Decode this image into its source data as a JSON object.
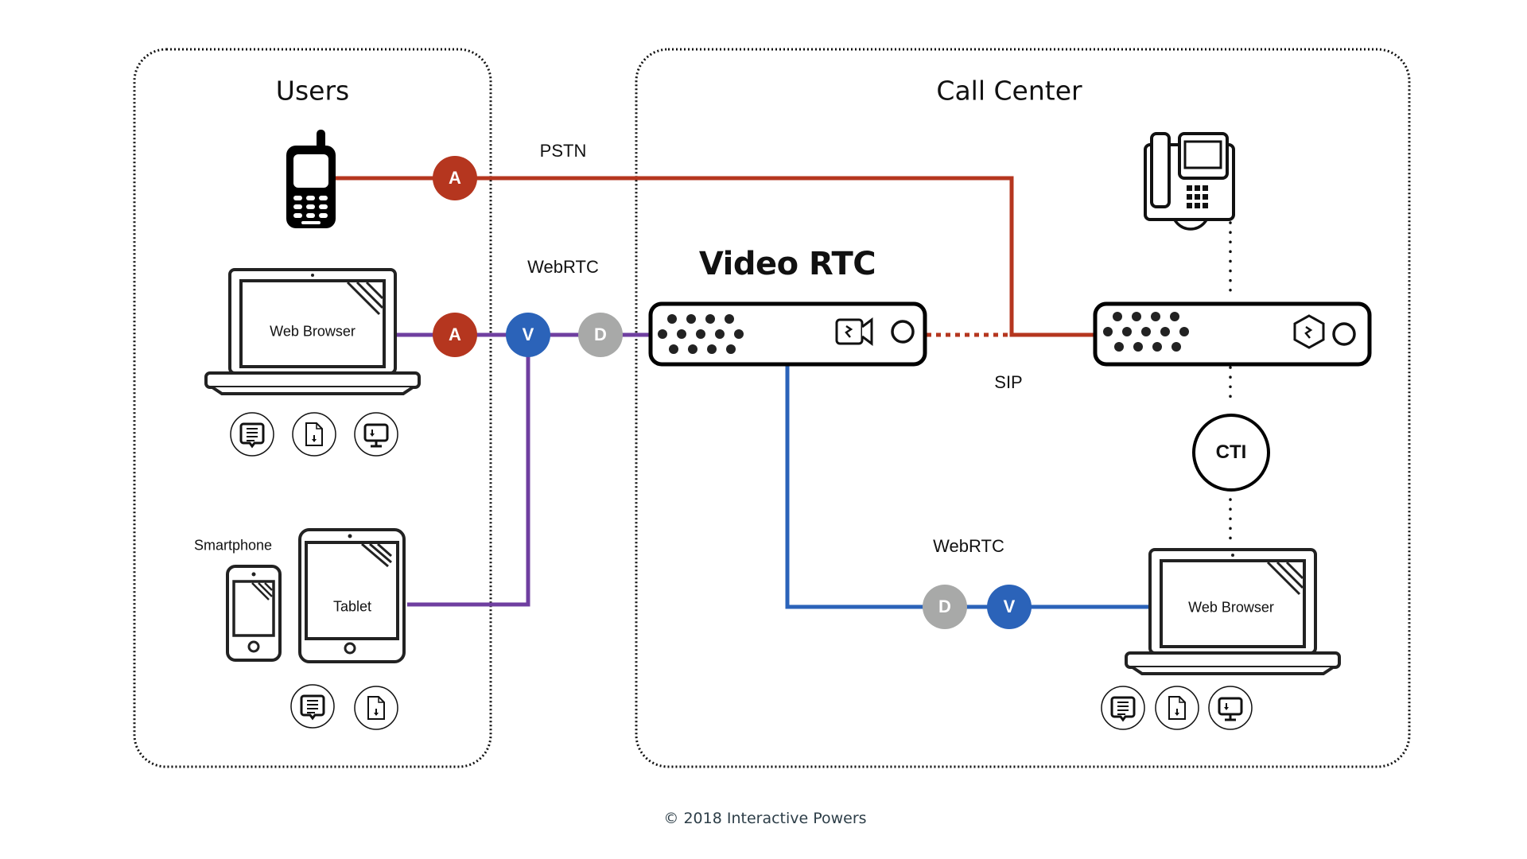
{
  "colors": {
    "pstn": "#b5361f",
    "webrtc_user": "#6f3fa0",
    "webrtc_agent": "#2b63b9",
    "audio_badge": "#b5361f",
    "video_badge": "#2b63b9",
    "data_badge": "#a8a9a8"
  },
  "groups": {
    "users": {
      "title": "Users"
    },
    "call_center": {
      "title": "Call Center"
    }
  },
  "connections": {
    "pstn": "PSTN",
    "webrtc_users": "WebRTC",
    "sip": "SIP",
    "webrtc_agent": "WebRTC"
  },
  "product": {
    "name": "Video RTC"
  },
  "devices": {
    "user_laptop": "Web Browser",
    "smartphone": "Smartphone",
    "tablet": "Tablet",
    "agent_laptop": "Web Browser",
    "cti": "CTI"
  },
  "badges": {
    "pstn_a": "A",
    "web_a": "A",
    "web_v": "V",
    "web_d": "D",
    "agent_d": "D",
    "agent_v": "V"
  },
  "feature_icons": {
    "user_laptop": [
      "chat-icon",
      "file-download-icon",
      "screen-share-icon"
    ],
    "mobile": [
      "chat-icon",
      "file-download-icon"
    ],
    "agent_laptop": [
      "chat-icon",
      "file-download-icon",
      "screen-share-icon"
    ]
  },
  "footer": {
    "copyright": "© 2018 Interactive Powers"
  }
}
